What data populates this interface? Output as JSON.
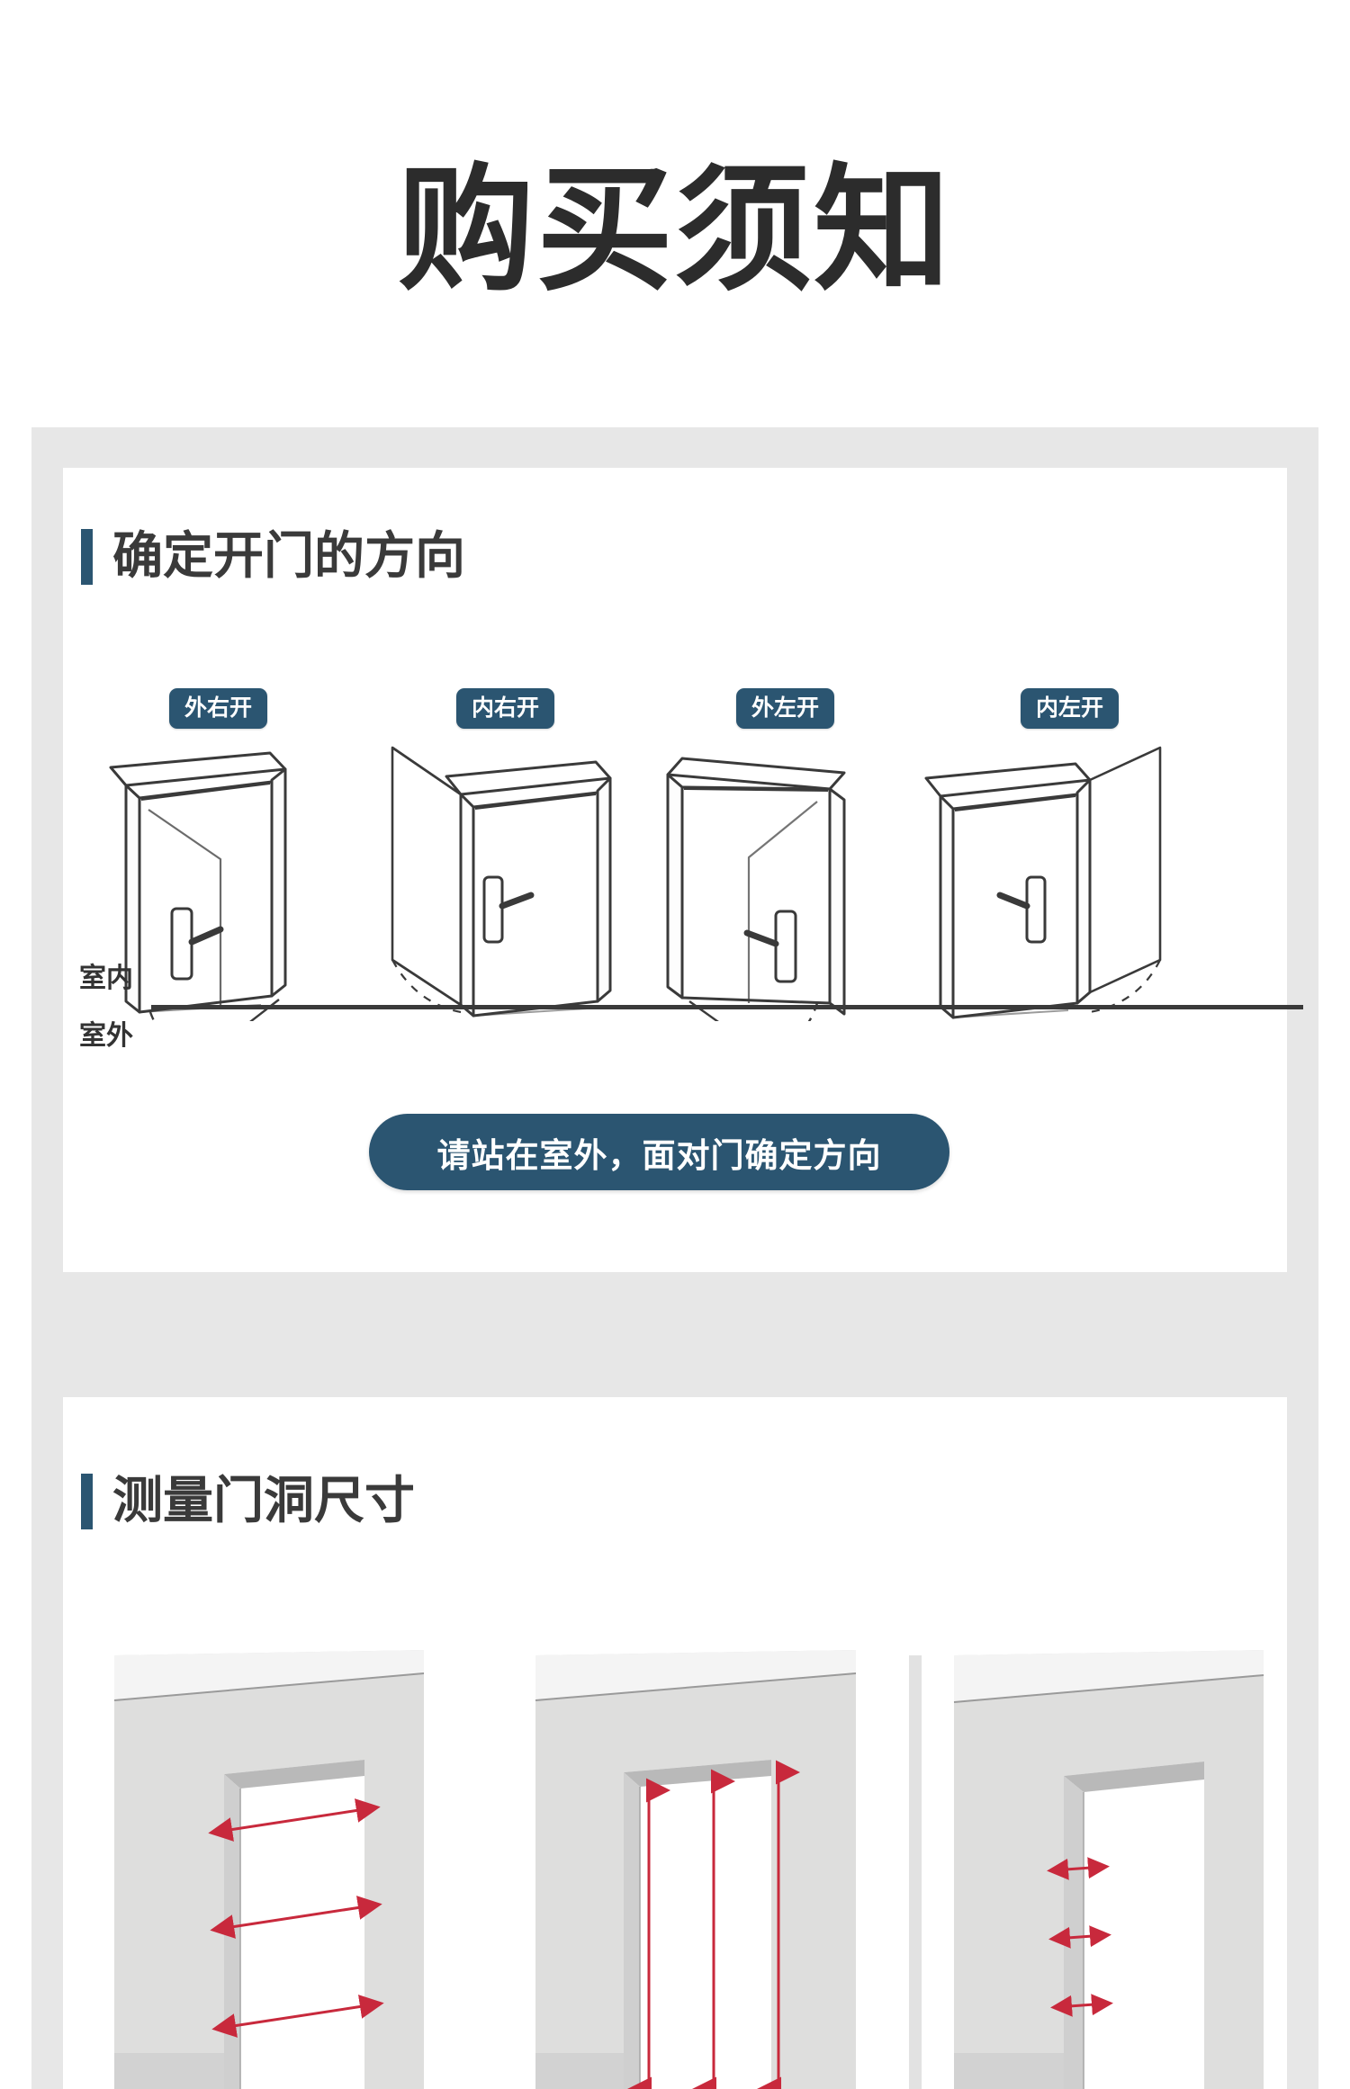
{
  "page": {
    "title": "购买须知",
    "accent_color": "#2b5571",
    "panel_bg": "#e7e7e7",
    "card_bg": "#ffffff",
    "title_color": "#2c2c2c",
    "arrow_color": "#c8293c"
  },
  "sections": [
    {
      "id": "direction",
      "heading": "确定开门的方向",
      "door_options": [
        {
          "label": "外右开",
          "swing": "outward-right"
        },
        {
          "label": "内右开",
          "swing": "inward-right"
        },
        {
          "label": "外左开",
          "swing": "outward-left"
        },
        {
          "label": "内左开",
          "swing": "inward-left"
        }
      ],
      "room_labels": {
        "indoor": "室内",
        "outdoor": "室外"
      },
      "banner": "请站在室外，面对门确定方向"
    },
    {
      "id": "measure",
      "heading": "测量门洞尺寸",
      "diagrams": [
        {
          "measure": "width",
          "arrows": 3,
          "orientation": "horizontal"
        },
        {
          "measure": "height",
          "arrows": 3,
          "orientation": "vertical"
        },
        {
          "measure": "thickness",
          "arrows": 3,
          "orientation": "horizontal-short"
        }
      ]
    }
  ],
  "icons": {
    "accent_bar": "vertical-bar-icon",
    "arrow_double": "double-arrow-icon"
  }
}
